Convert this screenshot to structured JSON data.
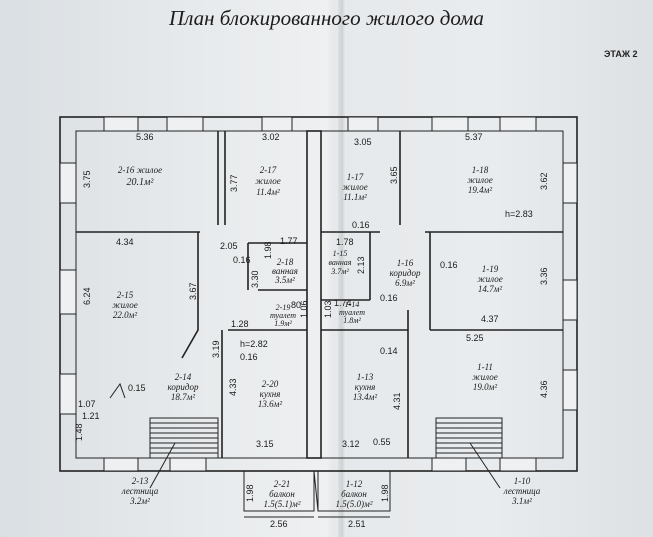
{
  "title": "План блокированного жилого дома",
  "floor_label": "ЭТАЖ 2",
  "height_marks": [
    "h=2.83",
    "h=2.82"
  ],
  "rooms": [
    {
      "id": "r1",
      "num": "2-16",
      "name": "жилое",
      "area": "20.1м²"
    },
    {
      "id": "r2",
      "num": "2-17",
      "name": "жилое",
      "area": "11.4м²"
    },
    {
      "id": "r3",
      "num": "1-17",
      "name": "жилое",
      "area": "11.1м²"
    },
    {
      "id": "r4",
      "num": "1-18",
      "name": "жилое",
      "area": "19.4м²"
    },
    {
      "id": "r5",
      "num": "2-18",
      "name": "ванная",
      "area": "3.5м²"
    },
    {
      "id": "r6",
      "num": "1-15",
      "name": "ванная",
      "area": "3.7м²"
    },
    {
      "id": "r7",
      "num": "1-16",
      "name": "коридор",
      "area": "6.9м²"
    },
    {
      "id": "r8",
      "num": "1-19",
      "name": "жилое",
      "area": "14.7м²"
    },
    {
      "id": "r9",
      "num": "2-15",
      "name": "жилое",
      "area": "22.0м²"
    },
    {
      "id": "r10",
      "num": "2-19",
      "name": "туалет",
      "area": "1.9м²"
    },
    {
      "id": "r11",
      "num": "1-14",
      "name": "туалет",
      "area": "1.8м²"
    },
    {
      "id": "r12",
      "num": "2-14",
      "name": "коридор",
      "area": "18.7м²"
    },
    {
      "id": "r13",
      "num": "2-20",
      "name": "кухня",
      "area": "13.6м²"
    },
    {
      "id": "r14",
      "num": "1-13",
      "name": "кухня",
      "area": "13.4м²"
    },
    {
      "id": "r15",
      "num": "1-11",
      "name": "жилое",
      "area": "19.0м²"
    },
    {
      "id": "r16",
      "num": "2-21",
      "name": "балкон",
      "area": "1.5(5.1)м²"
    },
    {
      "id": "r17",
      "num": "1-12",
      "name": "балкон",
      "area": "1.5(5.0)м²"
    },
    {
      "id": "r18",
      "num": "2-13",
      "name": "лестница",
      "area": "3.2м²"
    },
    {
      "id": "r19",
      "num": "1-10",
      "name": "лестница",
      "area": "3.1м²"
    }
  ],
  "dimensions": [
    "5.36",
    "3.02",
    "3.05",
    "5.37",
    "3.75",
    "3.77",
    "3.65",
    "3.62",
    "0.16",
    "4.34",
    "2.05",
    "1.98",
    "1.77",
    "1.78",
    "2.13",
    "0.16",
    "3.67",
    "3.30",
    "0.16",
    "3.36",
    "6.24",
    "80",
    "1.06",
    "1.74",
    "1.03",
    "0.16",
    "1.28",
    "4.37",
    "5.25",
    "3.19",
    "0.16",
    "0.14",
    "0.15",
    "1.07",
    "1.21",
    "4.33",
    "4.31",
    "4.36",
    "1.48",
    "3.15",
    "3.12",
    "0.55",
    "1.98",
    "1.98",
    "2.56",
    "2.51"
  ]
}
